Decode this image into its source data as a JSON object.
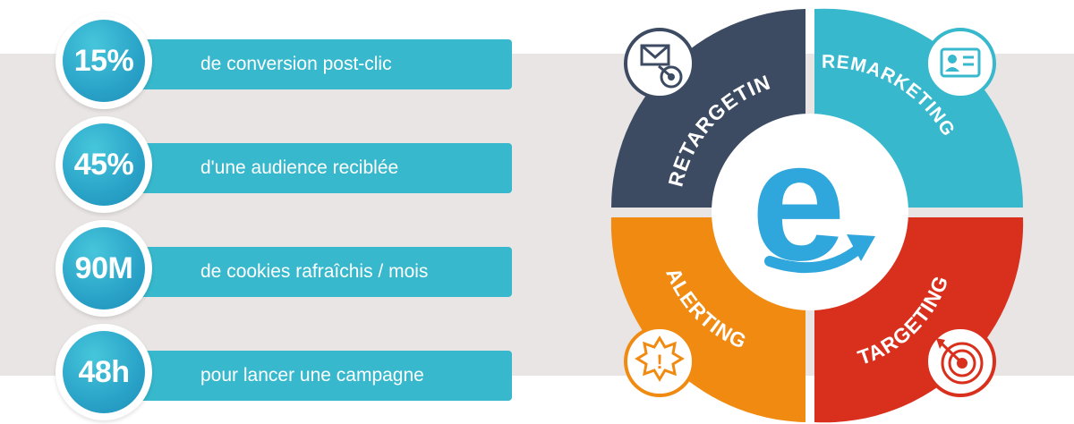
{
  "stats": [
    {
      "value": "15%",
      "label": "de conversion post-clic"
    },
    {
      "value": "45%",
      "label": "d'une audience reciblée"
    },
    {
      "value": "90M",
      "label": "de cookies rafraîchis / mois"
    },
    {
      "value": "48h",
      "label": "pour lancer une campagne"
    }
  ],
  "wheel": {
    "retargeting": "RETARGETING",
    "remarketing": "REMARKETING",
    "alerting": "ALERTING",
    "targeting": "TARGETING",
    "logo_letter": "e"
  },
  "colors": {
    "stat_bar": "#37b8cd",
    "retargeting": "#3d4b62",
    "remarketing": "#37b8cd",
    "alerting": "#f08a10",
    "targeting": "#d9301e",
    "logo": "#2fa6dc"
  },
  "icons": {
    "retargeting": "email-target-icon",
    "remarketing": "contact-card-icon",
    "alerting": "alert-badge-icon",
    "targeting": "bullseye-icon"
  }
}
